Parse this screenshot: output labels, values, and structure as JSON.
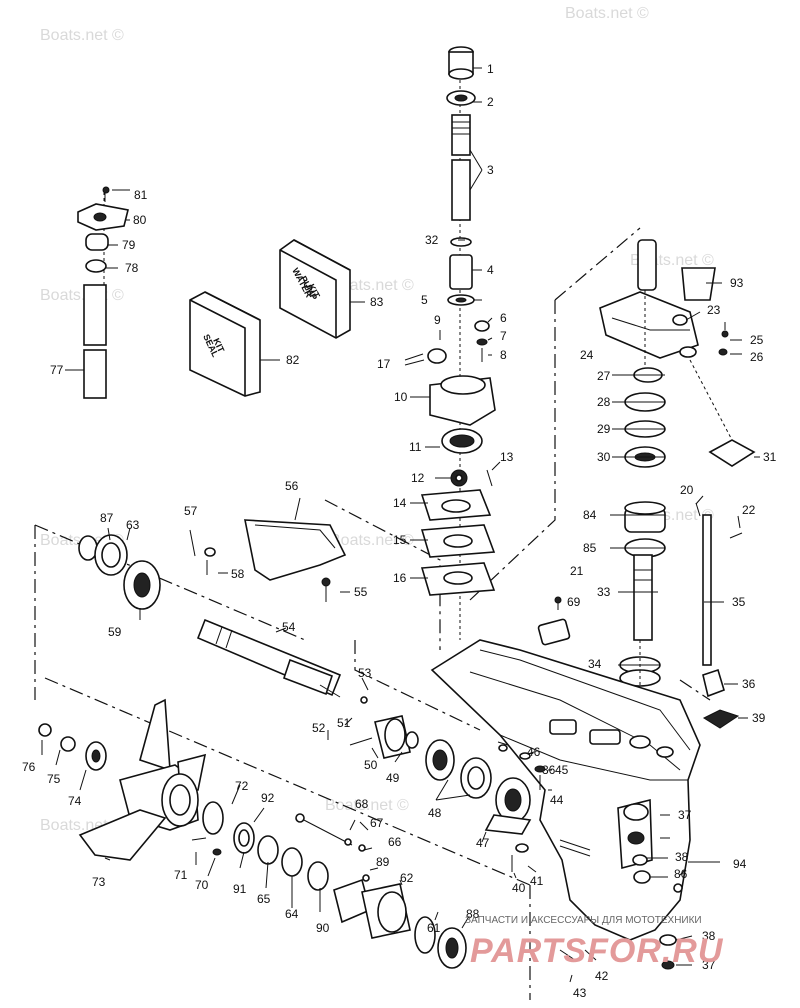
{
  "watermark": "Boats.net ©",
  "labels": [
    "1",
    "2",
    "3",
    "4",
    "5",
    "6",
    "7",
    "8",
    "9",
    "10",
    "11",
    "12",
    "13",
    "14",
    "15",
    "16",
    "17",
    "20",
    "21",
    "22",
    "23",
    "24",
    "25",
    "26",
    "27",
    "28",
    "29",
    "30",
    "31",
    "32",
    "33",
    "34",
    "35",
    "36",
    "37",
    "38",
    "39",
    "40",
    "41",
    "42",
    "43",
    "44",
    "45",
    "46",
    "47",
    "48",
    "49",
    "50",
    "51",
    "52",
    "53",
    "54",
    "55",
    "56",
    "57",
    "58",
    "59",
    "61",
    "62",
    "63",
    "64",
    "65",
    "66",
    "67",
    "68",
    "69",
    "70",
    "71",
    "72",
    "73",
    "74",
    "75",
    "76",
    "77",
    "78",
    "79",
    "80",
    "81",
    "82",
    "83",
    "84",
    "85",
    "86",
    "87",
    "88",
    "89",
    "90",
    "91",
    "92",
    "93",
    "94"
  ],
  "kits": {
    "seal_kit": [
      "SEAL",
      "KIT"
    ],
    "water_pump_kit": [
      "WATER",
      "PUMP",
      "KIT"
    ]
  },
  "footer": {
    "subtitle": "ЗАПЧАСТИ И АКСЕССУАРЫ ДЛЯ МОТОТЕХНИКИ",
    "logo": "PARTSFOR.RU"
  }
}
